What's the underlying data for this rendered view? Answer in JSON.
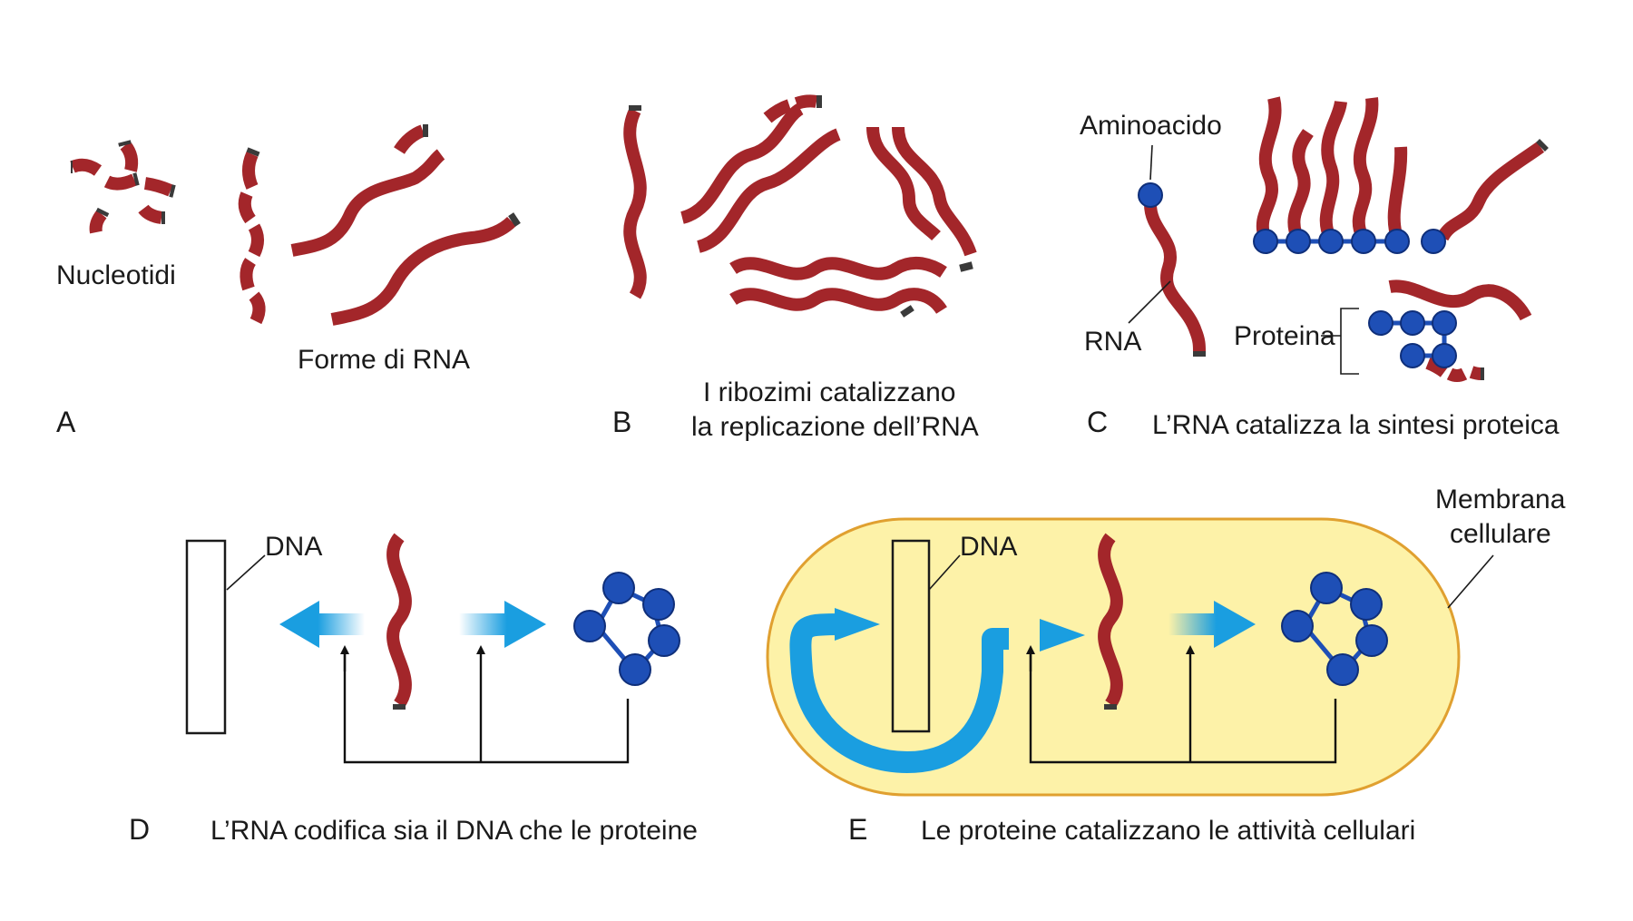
{
  "panels": {
    "A": {
      "letter": "A",
      "nucleotides_label": "Nucleotidi",
      "rna_forms_label": "Forme di RNA"
    },
    "B": {
      "letter": "B",
      "caption_line1": "I ribozimi catalizzano",
      "caption_line2": "la replicazione dell’RNA"
    },
    "C": {
      "letter": "C",
      "caption": "L’RNA catalizza la sintesi proteica",
      "aminoacid_label": "Aminoacido",
      "rna_label": "RNA",
      "protein_label": "Proteina"
    },
    "D": {
      "letter": "D",
      "caption": "L’RNA codifica sia il DNA che le proteine",
      "dna_label": "DNA"
    },
    "E": {
      "letter": "E",
      "caption": "Le proteine catalizzano le attività cellulari",
      "dna_label": "DNA",
      "membrane_label_line1": "Membrana",
      "membrane_label_line2": "cellulare"
    }
  },
  "colors": {
    "rna": "#a3262a",
    "rna_tip": "#3a3a3a",
    "bead": "#1e4fb6",
    "arrow_blue": "#1a9ee0",
    "cell_fill": "#fdf2a8",
    "cell_border": "#e0a030"
  },
  "icons": {
    "arrow": "blue-arrow-icon",
    "rna": "rna-strand-icon",
    "protein": "protein-bead-icon",
    "dna": "dna-box-icon"
  }
}
